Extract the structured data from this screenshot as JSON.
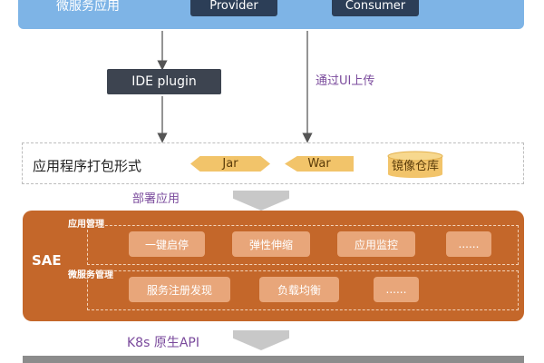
{
  "top": {
    "label": "微服务应用",
    "provider": "Provider",
    "consumer": "Consumer"
  },
  "ide_plugin": "IDE plugin",
  "upload_note": "通过UI上传",
  "packaging": {
    "label": "应用程序打包形式",
    "forms": [
      "Jar",
      "War"
    ],
    "image_repo": "镜像仓库"
  },
  "deploy_note": "部署应用",
  "sae": {
    "label": "SAE",
    "app_mgmt": {
      "title": "应用管理",
      "items": [
        "一键启停",
        "弹性伸缩",
        "应用监控",
        "......"
      ]
    },
    "micro_mgmt": {
      "title": "微服务管理",
      "items": [
        "服务注册发现",
        "负载均衡",
        "......"
      ]
    }
  },
  "k8s_note": "K8s 原生API",
  "colors": {
    "top_band": "#7eb4e6",
    "sae_orange": "#c4672a",
    "chip": "#e8a67a",
    "chevron": "#f2c46a",
    "annotation": "#7a4a9c"
  }
}
